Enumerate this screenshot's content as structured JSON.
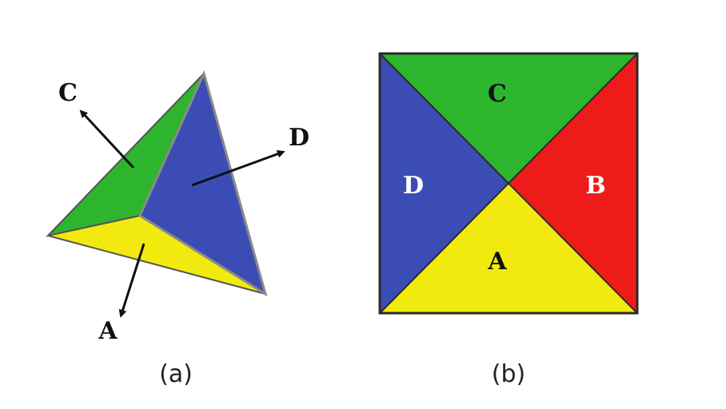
{
  "colors": {
    "green": "#2eb52e",
    "blue": "#3b4db5",
    "yellow": "#f2ea0f",
    "red": "#ee1b1b",
    "edge": "#2a2a2a",
    "label_dark": "#111111",
    "label_light": "#ffffff"
  },
  "tetrahedron": {
    "caption": "(a)",
    "labels": {
      "A": "A",
      "C": "C",
      "D": "D"
    }
  },
  "net": {
    "caption": "(b)",
    "labels": {
      "A": "A",
      "B": "B",
      "C": "C",
      "D": "D"
    }
  }
}
